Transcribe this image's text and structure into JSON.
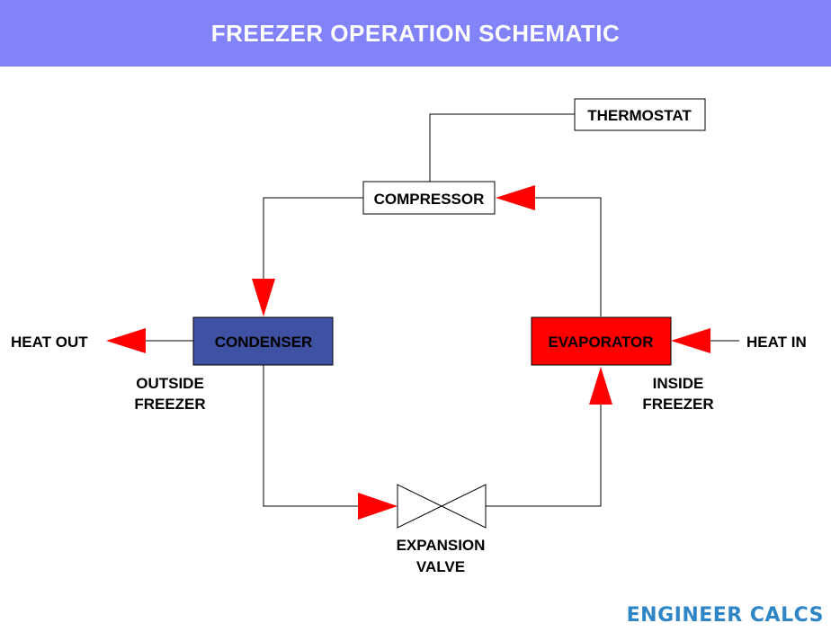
{
  "header": {
    "title": "FREEZER OPERATION SCHEMATIC"
  },
  "components": {
    "thermostat": "THERMOSTAT",
    "compressor": "COMPRESSOR",
    "condenser": "CONDENSER",
    "evaporator": "EVAPORATOR",
    "expansion_valve": [
      "EXPANSION",
      "VALVE"
    ]
  },
  "labels": {
    "heat_out": "HEAT OUT",
    "heat_in": "HEAT IN",
    "outside_freezer": [
      "OUTSIDE",
      "FREEZER"
    ],
    "inside_freezer": [
      "INSIDE",
      "FREEZER"
    ]
  },
  "colors": {
    "header_bg": "#8282f9",
    "arrow": "#ff0000",
    "condenser_fill": "#3f51a3",
    "evaporator_fill": "#ff0000",
    "logo": "#2f86c6"
  },
  "logo": {
    "word1": "ENGINEER",
    "word2": "CALCS"
  }
}
